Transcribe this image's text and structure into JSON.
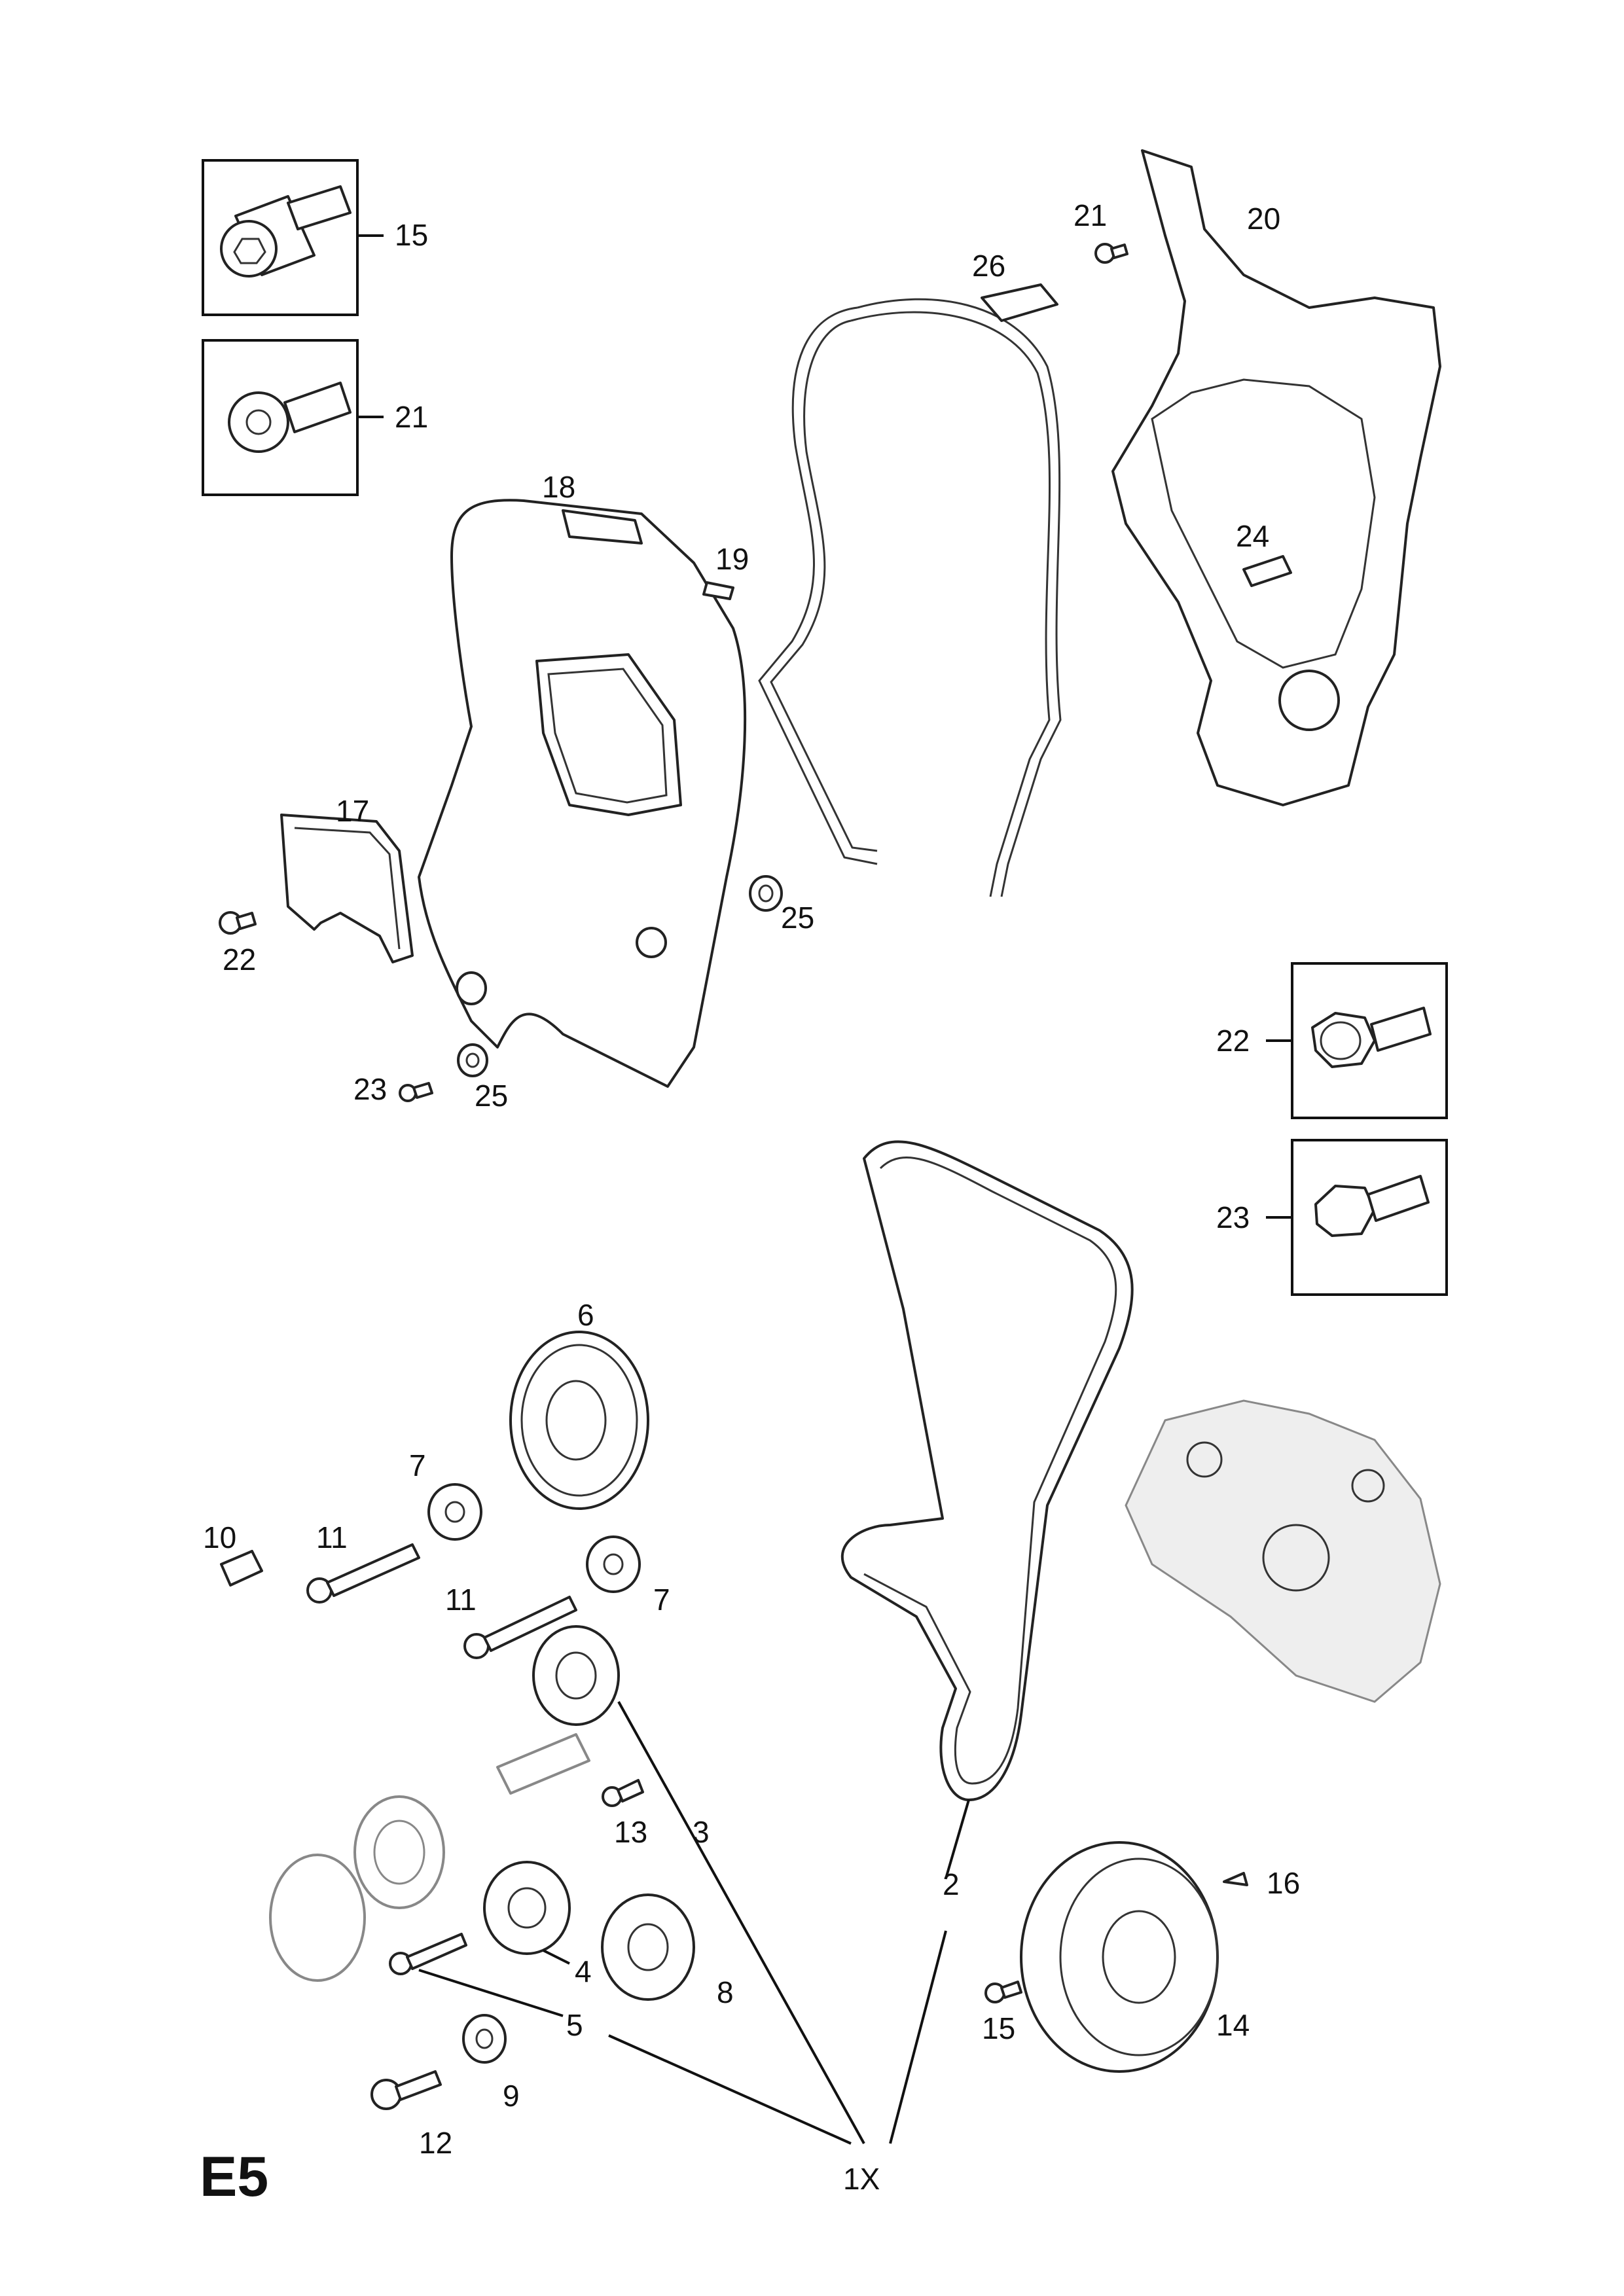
{
  "page_code": "E5",
  "colors": {
    "ink": "#111111",
    "paper": "#ffffff",
    "shade": "#eeeeee"
  },
  "callouts": {
    "c1": "15",
    "c2": "21",
    "c3": "20",
    "c4": "26",
    "c5": "21",
    "c6": "18",
    "c7": "19",
    "c8": "24",
    "c9": "17",
    "c10": "22",
    "c11": "25",
    "c12": "23",
    "c13": "25",
    "c14": "22",
    "c15": "23",
    "c16": "6",
    "c17": "7",
    "c18": "10",
    "c19": "11",
    "c20": "7",
    "c21": "11",
    "c22": "13",
    "c23": "3",
    "c24": "2",
    "c25": "16",
    "c26": "4",
    "c27": "8",
    "c28": "5",
    "c29": "9",
    "c30": "15",
    "c31": "14",
    "c32": "12",
    "c33": "1X"
  }
}
